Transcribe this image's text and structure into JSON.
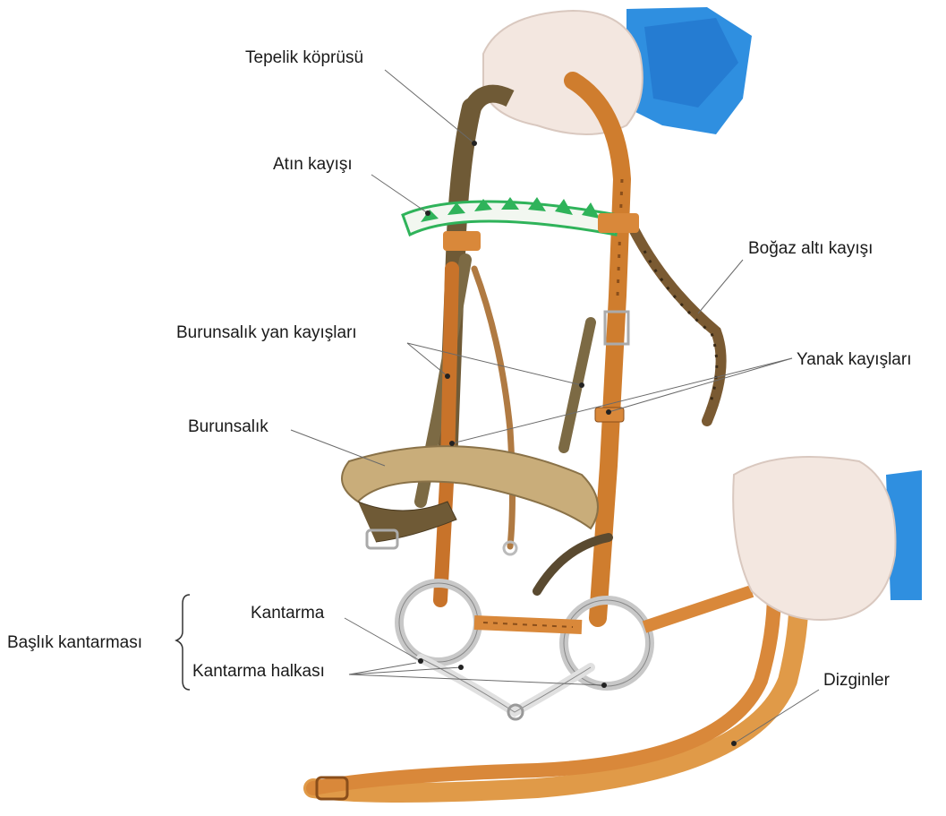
{
  "labels": {
    "tepelik_koprusu": "Tepelik köprüsü",
    "atin_kayisi": "Atın kayışı",
    "bogaz_alti_kayisi": "Boğaz altı kayışı",
    "burunsalik_yan_kayislari": "Burunsalık yan kayışları",
    "yanak_kayislari": "Yanak kayışları",
    "burunsalik": "Burunsalık",
    "kantarma": "Kantarma",
    "baslik_kantarmasi": "Başlık kantarması",
    "kantarma_halkasi": "Kantarma halkası",
    "dizginler": "Dizginler"
  },
  "colors": {
    "leather_tan": "#d9883a",
    "leather_dark": "#8a6a3a",
    "leather_olive": "#7c6a44",
    "noseband": "#c9ad7a",
    "browband_green": "#2fb35a",
    "browband_white": "#f2f7f0",
    "glove": "#f3e7e0",
    "sleeve": "#2f8fe0",
    "steel": "#c8c8c8",
    "leader_line": "#6a6a6a"
  }
}
